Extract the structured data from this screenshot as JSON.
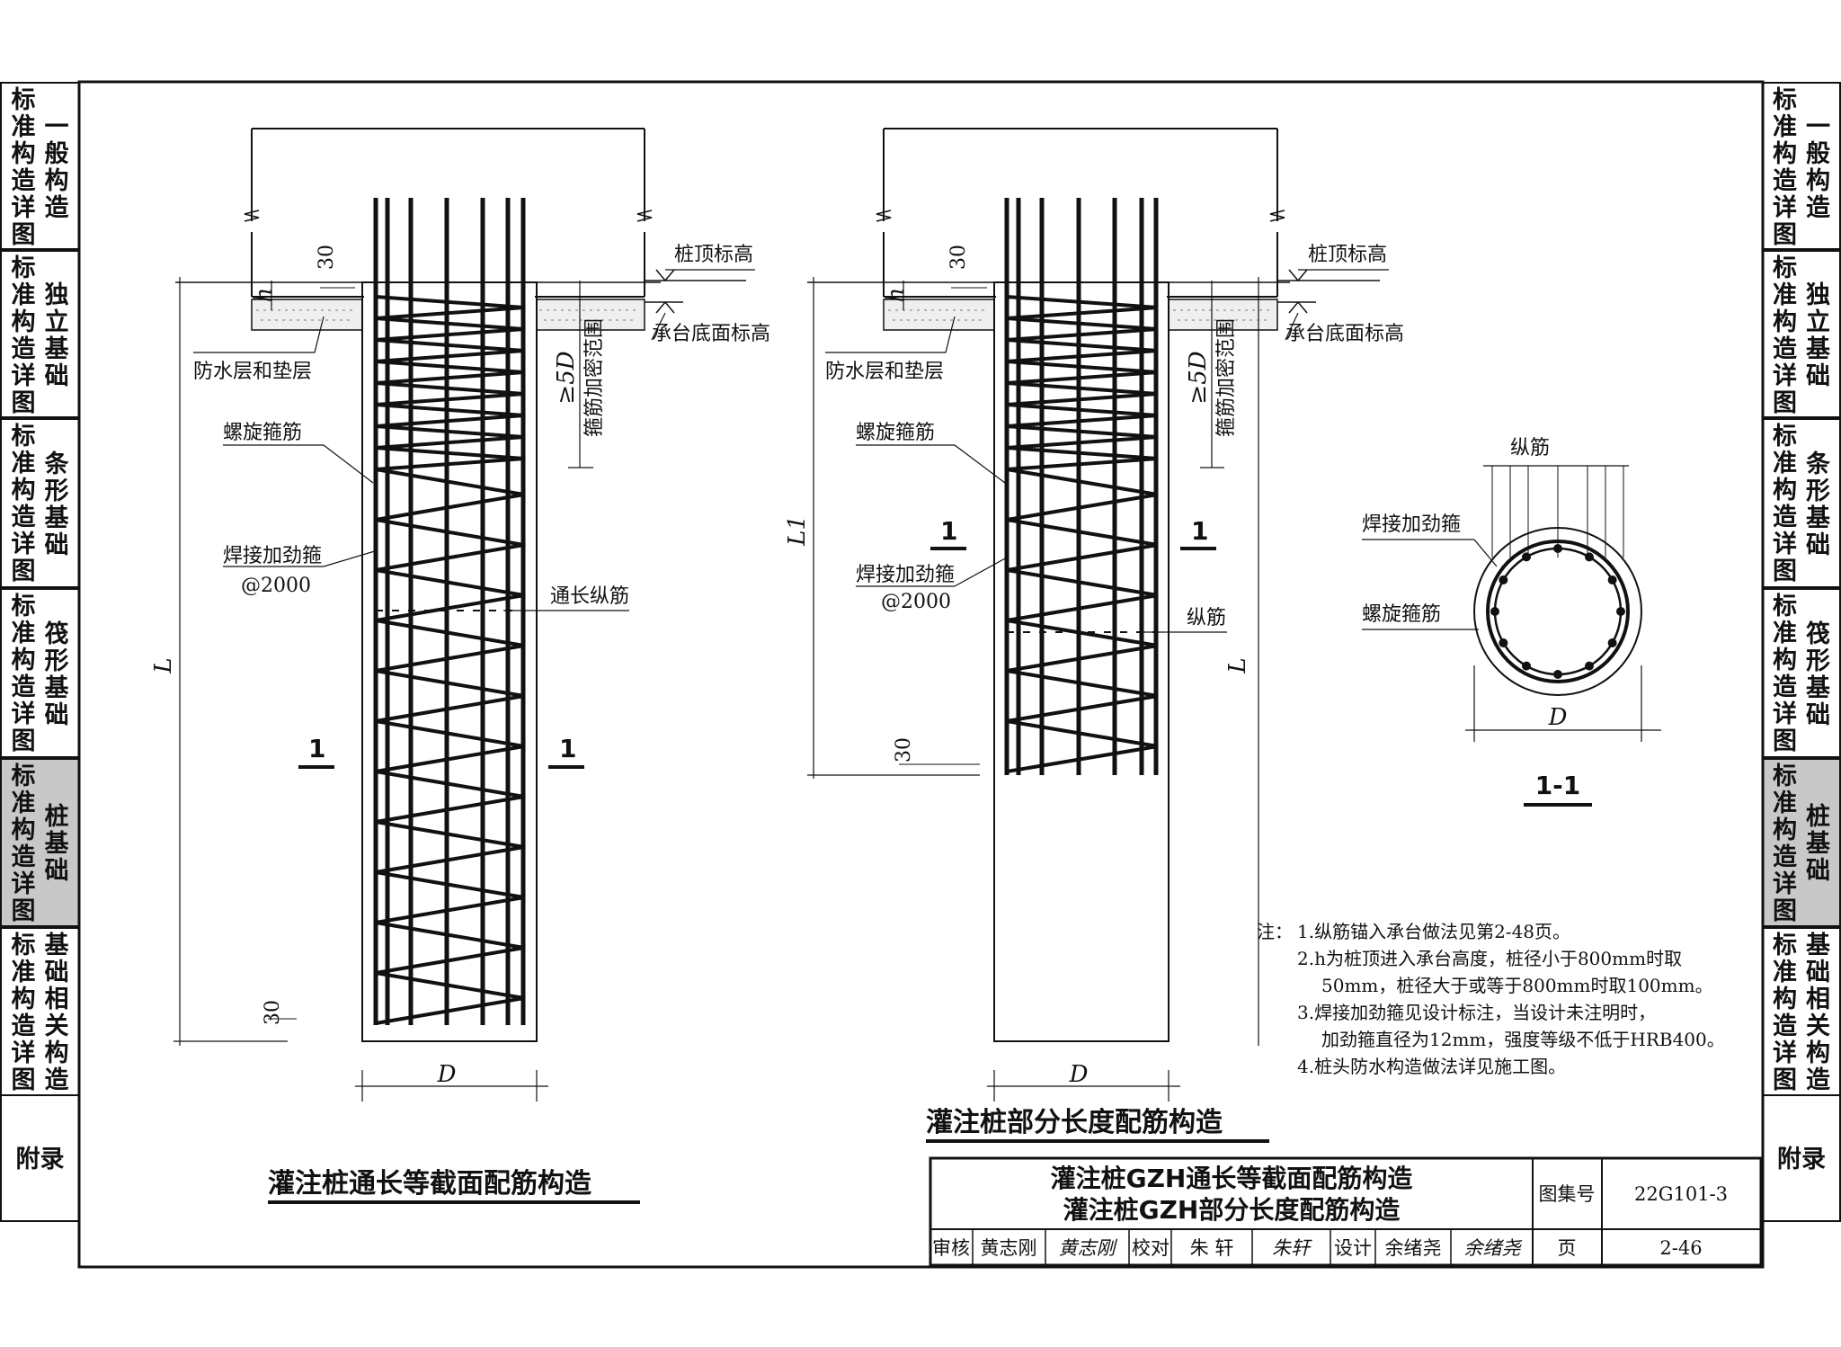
{
  "side_tabs_left": [
    {
      "left_chars": "标准构造详图",
      "right_chars": "一般构造",
      "active": false
    },
    {
      "left_chars": "标准构造详图",
      "right_chars": "独立基础",
      "active": false
    },
    {
      "left_chars": "标准构造详图",
      "right_chars": "条形基础",
      "active": false
    },
    {
      "left_chars": "标准构造详图",
      "right_chars": "筏形基础",
      "active": false
    },
    {
      "left_chars": "标准构造详图",
      "right_chars": "桩基础",
      "active": true
    },
    {
      "left_chars": "标准构造详图",
      "right_chars": "基础相关构造",
      "active": false
    }
  ],
  "appendix_tab": "附录",
  "fig1": {
    "pile_top_label": "桩顶标高",
    "cap_bottom_label": "承台底面标高",
    "waterproof_label": "防水层和垫层",
    "spiral_label": "螺旋箍筋",
    "weld_label": "焊接加劲箍",
    "weld_spacing": "@2000",
    "long_bar_label": "通长纵筋",
    "dense_label": "箍筋加密范围",
    "dense_len": "≥5D",
    "h": "h",
    "d30_top": "30",
    "d30_bot": "30",
    "L": "L",
    "D": "D",
    "sec_mark": "1",
    "title": "灌注桩通长等截面配筋构造"
  },
  "fig2": {
    "pile_top_label": "桩顶标高",
    "cap_bottom_label": "承台底面标高",
    "waterproof_label": "防水层和垫层",
    "spiral_label": "螺旋箍筋",
    "weld_label": "焊接加劲箍",
    "weld_spacing": "@2000",
    "long_bar_label": "纵筋",
    "dense_label": "箍筋加密范围",
    "dense_len": "≥5D",
    "h": "h",
    "d30_top": "30",
    "d30_bot": "30",
    "L1": "L1",
    "L": "L",
    "D": "D",
    "sec_mark": "1",
    "title": "灌注桩部分长度配筋构造"
  },
  "section": {
    "long_bar_label": "纵筋",
    "weld_label": "焊接加劲箍",
    "spiral_label": "螺旋箍筋",
    "D": "D",
    "title": "1-1"
  },
  "notes": {
    "head": "注：",
    "lines": [
      "1.纵筋锚入承台做法见第2-48页。",
      "2.h为桩顶进入承台高度，桩径小于800mm时取",
      "50mm，桩径大于或等于800mm时取100mm。",
      "3.焊接加劲箍见设计标注，当设计未注明时，",
      "加劲箍直径为12mm，强度等级不低于HRB400。",
      "4.桩头防水构造做法详见施工图。"
    ]
  },
  "title_block": {
    "title_line1": "灌注桩GZH通长等截面配筋构造",
    "title_line2": "灌注桩GZH部分长度配筋构造",
    "atlas_label": "图集号",
    "atlas_no": "22G101-3",
    "review_label": "审核",
    "reviewer": "黄志刚",
    "reviewer_sig": "黄志刚",
    "check_label": "校对",
    "checker": "朱  轩",
    "checker_sig": "朱轩",
    "design_label": "设计",
    "designer": "余绪尧",
    "designer_sig": "余绪尧",
    "page_label": "页",
    "page_no": "2-46"
  }
}
